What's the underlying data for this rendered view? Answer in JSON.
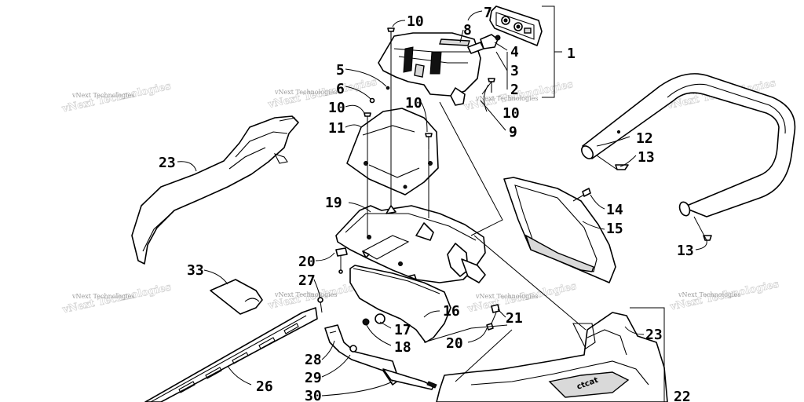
{
  "callouts": {
    "c1": "1",
    "c2": "2",
    "c3": "3",
    "c4": "4",
    "c5": "5",
    "c6": "6",
    "c7": "7",
    "c8": "8",
    "c9": "9",
    "c10a": "10",
    "c10b": "10",
    "c10c": "10",
    "c10d": "10",
    "c11": "11",
    "c12": "12",
    "c13a": "13",
    "c13b": "13",
    "c14": "14",
    "c15": "15",
    "c16": "16",
    "c17": "17",
    "c18": "18",
    "c19": "19",
    "c20a": "20",
    "c20b": "20",
    "c21": "21",
    "c22": "22",
    "c23a": "23",
    "c23b": "23",
    "c26": "26",
    "c27": "27",
    "c28": "28",
    "c29": "29",
    "c30": "30",
    "c33": "33"
  },
  "watermark": {
    "text": "vNext Technologies"
  },
  "decal": {
    "text": "ctcat"
  }
}
